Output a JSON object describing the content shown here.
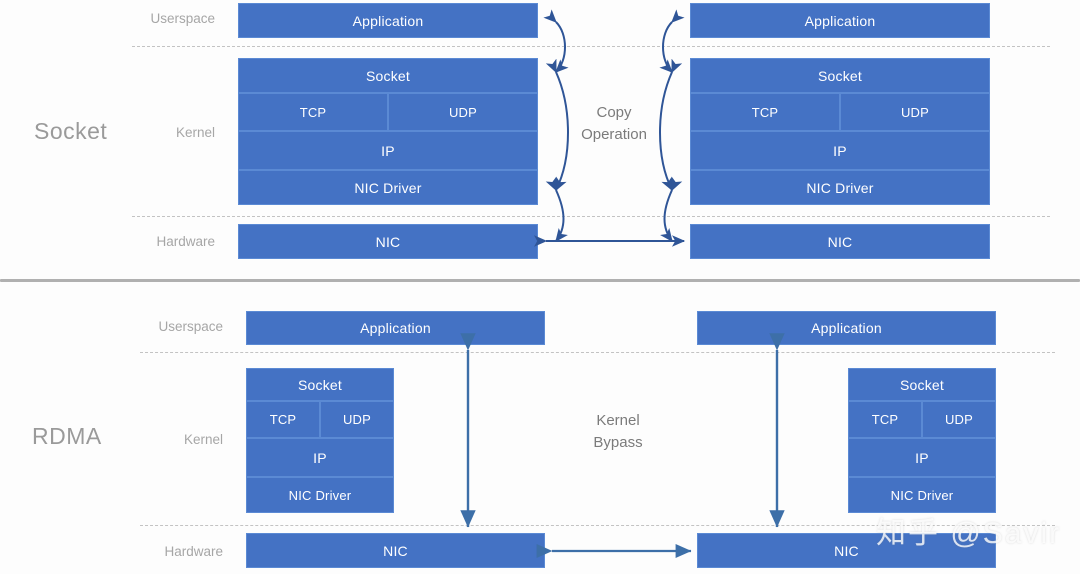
{
  "colors": {
    "box_fill": "#4472C4",
    "box_border": "#5B8AD4",
    "arrow": "#2F5597",
    "arrow_alt": "#3D6FA8",
    "label_gray": "#A6A6A6",
    "title_gray": "#9A9A9A",
    "dash_gray": "#C3C3C3",
    "divider_gray": "#B0B0B0",
    "caption_gray": "#7B7B7B",
    "background": "#FDFDFD"
  },
  "sections": [
    {
      "id": "socket",
      "title": "Socket",
      "layers": [
        "Userspace",
        "Kernel",
        "Hardware"
      ],
      "caption_line1": "Copy",
      "caption_line2": "Operation",
      "left_stack": {
        "application": "Application",
        "socket": "Socket",
        "tcp": "TCP",
        "udp": "UDP",
        "ip": "IP",
        "nic_driver": "NIC Driver",
        "nic": "NIC"
      },
      "right_stack": {
        "application": "Application",
        "socket": "Socket",
        "tcp": "TCP",
        "udp": "UDP",
        "ip": "IP",
        "nic_driver": "NIC Driver",
        "nic": "NIC"
      }
    },
    {
      "id": "rdma",
      "title": "RDMA",
      "layers": [
        "Userspace",
        "Kernel",
        "Hardware"
      ],
      "caption_line1": "Kernel",
      "caption_line2": "Bypass",
      "left_stack": {
        "application": "Application",
        "socket": "Socket",
        "tcp": "TCP",
        "udp": "UDP",
        "ip": "IP",
        "nic_driver": "NIC Driver",
        "nic": "NIC"
      },
      "right_stack": {
        "application": "Application",
        "socket": "Socket",
        "tcp": "TCP",
        "udp": "UDP",
        "ip": "IP",
        "nic_driver": "NIC Driver",
        "nic": "NIC"
      }
    }
  ],
  "watermark": "知乎 @Savir"
}
